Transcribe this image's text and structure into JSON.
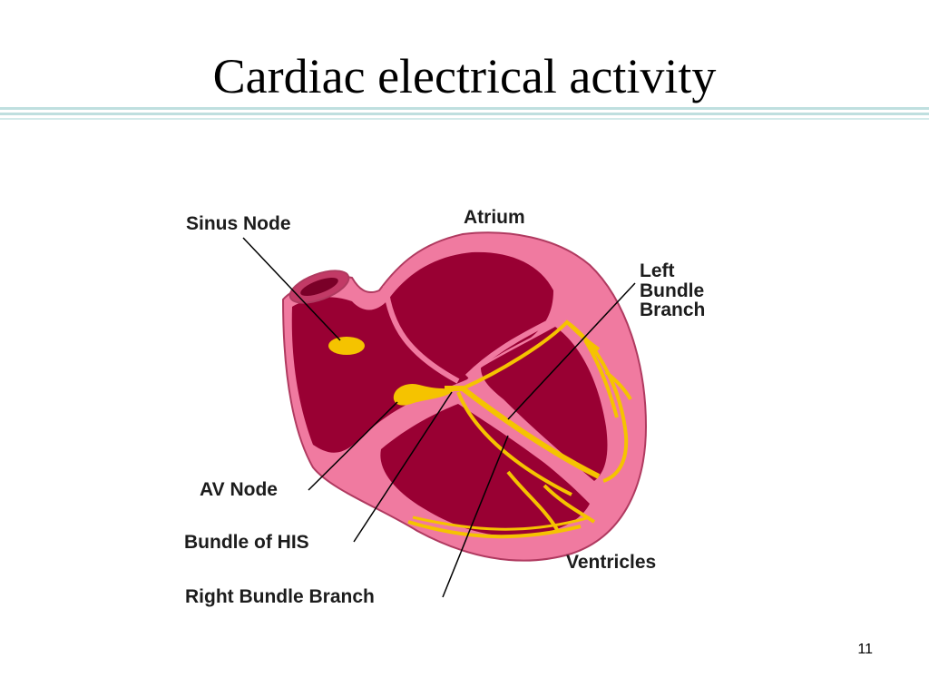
{
  "title": "Cardiac electrical activity",
  "page_number": "11",
  "labels": {
    "sinus_node": "Sinus Node",
    "atrium": "Atrium",
    "left_bundle_branch": [
      "Left",
      "Bundle",
      "Branch"
    ],
    "av_node": "AV Node",
    "bundle_of_his": "Bundle of HIS",
    "ventricles": "Ventricles",
    "right_bundle_branch": "Right Bundle Branch"
  },
  "colors": {
    "heart_wall": "#f07aa0",
    "heart_chamber": "#990033",
    "conduction": "#f5c300",
    "rule": "#bfdfdf"
  }
}
